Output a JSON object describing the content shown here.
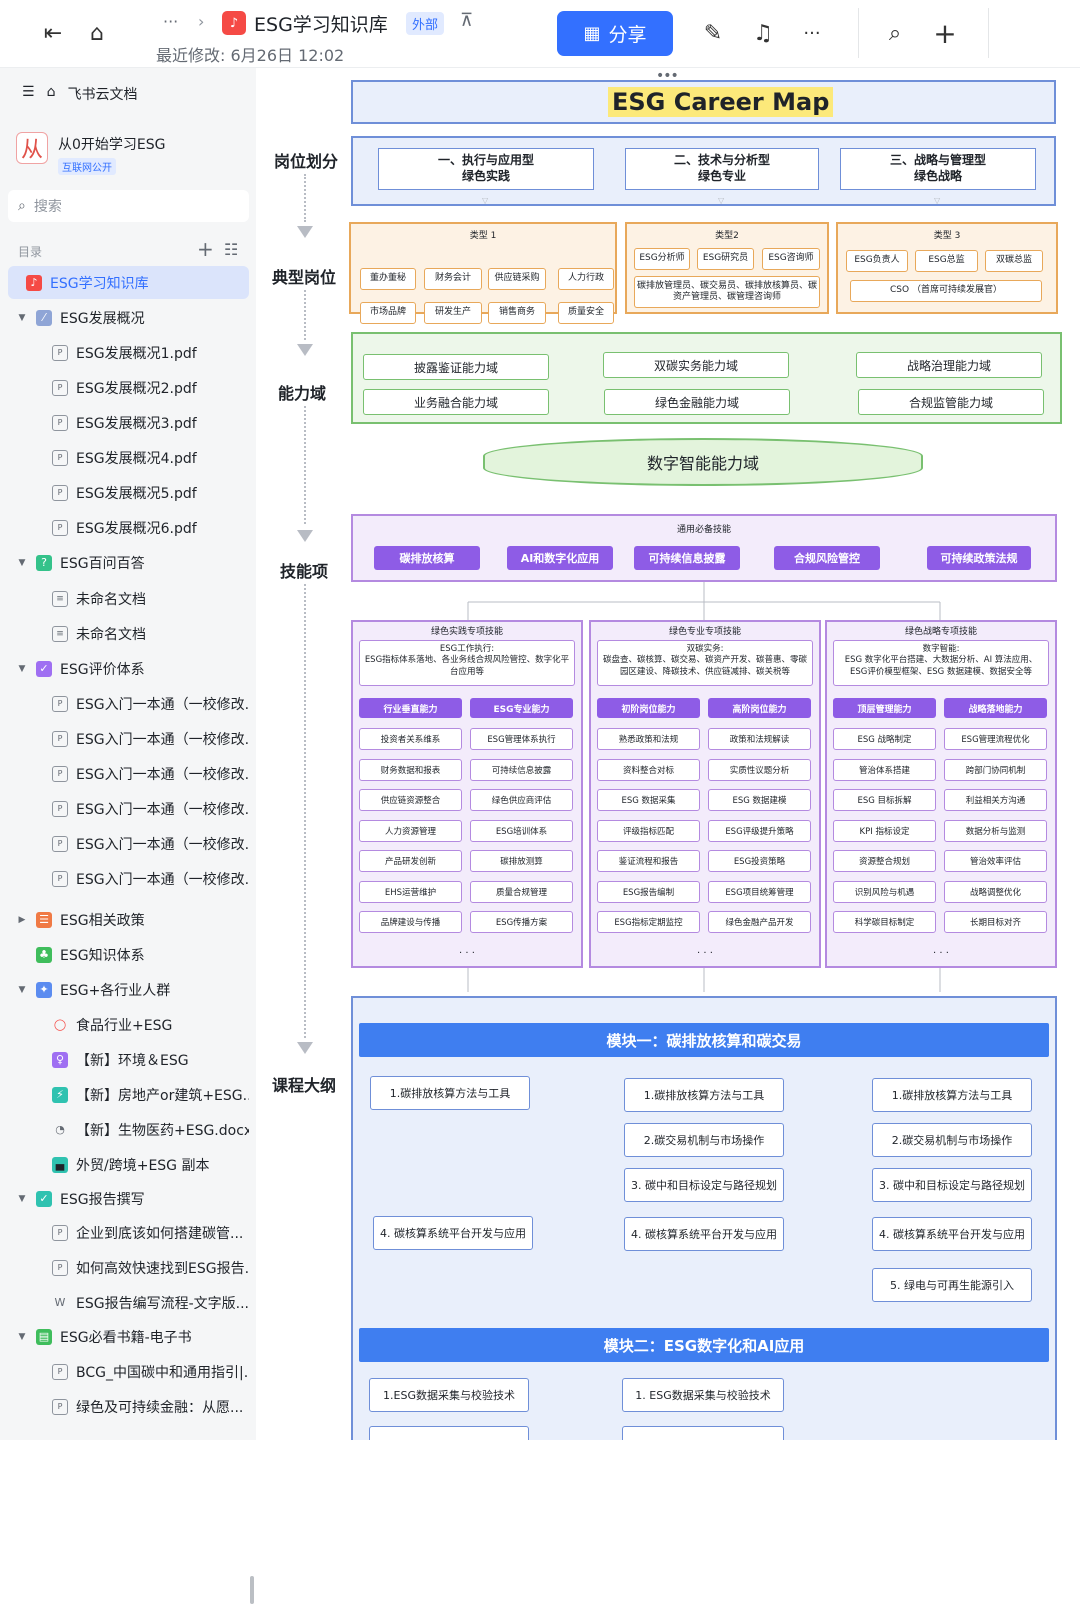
{
  "topbar": {
    "title": "ESG学习知识库",
    "badge": "外部",
    "last_modified": "最近修改: 6月26日 12:02",
    "share_label": "分享",
    "ellipsis": "···",
    "more": "···"
  },
  "icons": {
    "collapse": "sidebar-collapse-icon",
    "home": "home-icon",
    "kb": "kb-bell-icon",
    "pin": "pin-icon",
    "edit": "pencil-icon",
    "notify": "bell-icon",
    "search": "search-icon",
    "add": "plus-icon",
    "accent": "#3370ff"
  },
  "sidebar": {
    "home_label": "飞书云文档",
    "kb_name": "从0开始学习ESG",
    "kb_badge": "互联网公开",
    "search_placeholder": "搜索",
    "toc_label": "目录",
    "items": [
      {
        "label": "ESG学习知识库",
        "type": "kb",
        "selected": true
      },
      {
        "label": "ESG发展概况",
        "type": "folder",
        "expanded": true
      },
      {
        "label": "ESG发展概况1.pdf",
        "type": "pdf",
        "child": true
      },
      {
        "label": "ESG发展概况2.pdf",
        "type": "pdf",
        "child": true
      },
      {
        "label": "ESG发展概况3.pdf",
        "type": "pdf",
        "child": true
      },
      {
        "label": "ESG发展概况4.pdf",
        "type": "pdf",
        "child": true
      },
      {
        "label": "ESG发展概况5.pdf",
        "type": "pdf",
        "child": true
      },
      {
        "label": "ESG发展概况6.pdf",
        "type": "pdf",
        "child": true
      },
      {
        "label": "ESG百问百答",
        "type": "folder-green",
        "expanded": true
      },
      {
        "label": "未命名文档",
        "type": "doc",
        "child": true
      },
      {
        "label": "未命名文档",
        "type": "doc",
        "child": true
      },
      {
        "label": "ESG评价体系",
        "type": "folder-purple",
        "expanded": true
      },
      {
        "label": "ESG入门一本通（一校修改...",
        "type": "pdf",
        "child": true
      },
      {
        "label": "ESG入门一本通（一校修改...",
        "type": "pdf",
        "child": true
      },
      {
        "label": "ESG入门一本通（一校修改...",
        "type": "pdf",
        "child": true
      },
      {
        "label": "ESG入门一本通（一校修改...",
        "type": "pdf",
        "child": true
      },
      {
        "label": "ESG入门一本通（一校修改...",
        "type": "pdf",
        "child": true
      },
      {
        "label": "ESG入门一本通（一校修改...",
        "type": "pdf",
        "child": true
      },
      {
        "label": "ESG相关政策",
        "type": "folder-orange",
        "expanded": false
      },
      {
        "label": "ESG知识体系",
        "type": "folder-green2",
        "expanded": false,
        "noarrow": true
      },
      {
        "label": "ESG+各行业人群",
        "type": "folder-blue",
        "expanded": true
      },
      {
        "label": "食品行业+ESG",
        "type": "ring",
        "child": true
      },
      {
        "label": "【新】环境＆ESG",
        "type": "purple",
        "child": true
      },
      {
        "label": "【新】房地产or建筑+ESG...",
        "type": "lightning",
        "child": true
      },
      {
        "label": "【新】生物医药+ESG.docx",
        "type": "clock",
        "child": true
      },
      {
        "label": "外贸/跨境+ESG 副本",
        "type": "sheet",
        "child": true
      },
      {
        "label": "ESG报告撰写",
        "type": "folder-teal",
        "expanded": true
      },
      {
        "label": "企业到底该如何搭建碳管...",
        "type": "pdf",
        "child": true
      },
      {
        "label": "如何高效快速找到ESG报告...",
        "type": "pdf",
        "child": true
      },
      {
        "label": "ESG报告编写流程-文字版....",
        "type": "word",
        "child": true
      },
      {
        "label": "ESG必看书籍-电子书",
        "type": "folder-green3",
        "expanded": true
      },
      {
        "label": "BCG_中国碳中和通用指引|....",
        "type": "pdf",
        "child": true
      },
      {
        "label": "绿色及可持续金融：从愿...",
        "type": "pdf",
        "child": true
      }
    ]
  },
  "map": {
    "title": "ESG Career Map",
    "stages": [
      "岗位划分",
      "典型岗位",
      "能力域",
      "技能项",
      "课程大纲"
    ],
    "tracks": [
      {
        "line1": "一、执行与应用型",
        "line2": "绿色实践"
      },
      {
        "line1": "二、技术与分析型",
        "line2": "绿色专业"
      },
      {
        "line1": "三、战略与管理型",
        "line2": "绿色战略"
      }
    ],
    "types": [
      {
        "name": "类型 1",
        "roles": [
          "董办董秘",
          "财务会计",
          "供应链采购",
          "人力行政",
          "市场品牌",
          "研发生产",
          "销售商务",
          "质量安全"
        ]
      },
      {
        "name": "类型2",
        "roles": [
          "ESG分析师",
          "ESG研究员",
          "ESG咨询师",
          "碳排放管理员、碳交易员、碳排放核算员、碳资产管理员、碳管理咨询师"
        ]
      },
      {
        "name": "类型 3",
        "roles": [
          "ESG负责人",
          "ESG总监",
          "双碳总监",
          "CSO （首席可持续发展官）"
        ]
      }
    ],
    "abilities": [
      "披露鉴证能力域",
      "双碳实务能力域",
      "战略治理能力域",
      "业务融合能力域",
      "绿色金融能力域",
      "合规监管能力域"
    ],
    "digital_ability": "数字智能能力域",
    "common_skills_title": "通用必备技能",
    "common_skills": [
      "碳排放核算",
      "AI和数字化应用",
      "可持续信息披露",
      "合规风险管控",
      "可持续政策法规"
    ],
    "skill_groups": [
      {
        "title": "绿色实践专项技能",
        "desc_title": "ESG工作执行:",
        "desc": "ESG指标体系落地、各业务线合规风险管控、数字化平台应用等",
        "heads": [
          "行业垂直能力",
          "ESG专业能力"
        ],
        "left": [
          "投资者关系维系",
          "财务数据和报表",
          "供应链资源整合",
          "人力资源管理",
          "产品研发创新",
          "EHS运营维护",
          "品牌建设与传播"
        ],
        "right": [
          "ESG管理体系执行",
          "可持续信息披露",
          "绿色供应商评估",
          "ESG培训体系",
          "碳排放测算",
          "质量合规管理",
          "ESG传播方案"
        ]
      },
      {
        "title": "绿色专业专项技能",
        "desc_title": "双碳实务:",
        "desc": "碳盘查、碳核算、碳交易、碳资产开发、碳普惠、零碳园区建设、降碳技术、供应链减排、碳关税等",
        "heads": [
          "初阶岗位能力",
          "高阶岗位能力"
        ],
        "left": [
          "熟悉政策和法规",
          "资料整合对标",
          "ESG 数据采集",
          "评级指标匹配",
          "鉴证流程和报告",
          "ESG报告编制",
          "ESG指标定期监控"
        ],
        "right": [
          "政策和法规解读",
          "实质性议题分析",
          "ESG 数据建模",
          "ESG评级提升策略",
          "ESG投资策略",
          "ESG项目统筹管理",
          "绿色金融产品开发"
        ]
      },
      {
        "title": "绿色战略专项技能",
        "desc_title": "数字智能:",
        "desc": "ESG 数字化平台搭建、大数据分析、AI 算法应用、ESG评价模型框架、ESG 数据建模、数据安全等",
        "heads": [
          "顶层管理能力",
          "战略落地能力"
        ],
        "left": [
          "ESG 战略制定",
          "管治体系搭建",
          "ESG 目标拆解",
          "KPI 指标设定",
          "资源整合规划",
          "识别风险与机遇",
          "科学碳目标制定"
        ],
        "right": [
          "ESG管理流程优化",
          "跨部门协同机制",
          "利益相关方沟通",
          "数据分析与监测",
          "管治效率评估",
          "战略调整优化",
          "长期目标对齐"
        ]
      }
    ],
    "ellipsis": "· · ·",
    "module1": {
      "title": "模块一：碳排放核算和碳交易",
      "col1": [
        "1.碳排放核算方法与工具",
        "4. 碳核算系统平台开发与应用"
      ],
      "col2": [
        "1.碳排放核算方法与工具",
        "2.碳交易机制与市场操作",
        "3. 碳中和目标设定与路径规划",
        "4. 碳核算系统平台开发与应用"
      ],
      "col3": [
        "1.碳排放核算方法与工具",
        "2.碳交易机制与市场操作",
        "3. 碳中和目标设定与路径规划",
        "4. 碳核算系统平台开发与应用",
        "5. 绿电与可再生能源引入"
      ]
    },
    "module2": {
      "title": "模块二：ESG数字化和AI应用",
      "col1": [
        "1.ESG数据采集与校验技术"
      ],
      "col2": [
        "1. ESG数据采集与校验技术"
      ]
    }
  }
}
